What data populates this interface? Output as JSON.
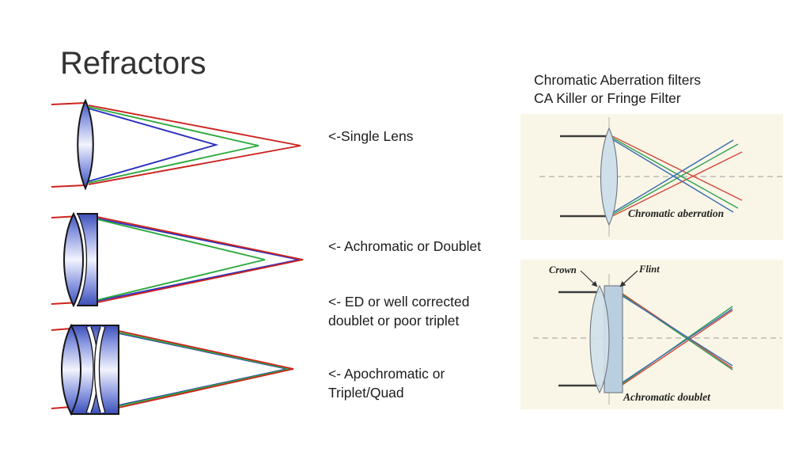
{
  "slide": {
    "title": "Refractors"
  },
  "lens_labels": {
    "single": "<-Single Lens",
    "achromatic": "<- Achromatic or Doublet",
    "ed_line1": "<- ED or well corrected",
    "ed_line2": "doublet or poor triplet",
    "apo_line1": "<- Apochromatic or",
    "apo_line2": "Triplet/Quad"
  },
  "right_panel": {
    "heading_line1": "Chromatic Aberration filters",
    "heading_line2": "CA Killer or Fringe Filter",
    "figure1": {
      "caption": "Chromatic aberration"
    },
    "figure2": {
      "crown_label": "Crown",
      "flint_label": "Flint",
      "caption": "Achromatic doublet"
    }
  },
  "colors": {
    "ray_red": "#cc2420",
    "ray_green": "#2eaa3e",
    "ray_blue": "#2b2fbf",
    "lens_edge": "#151515",
    "figure_bg": "#faf6e7",
    "fig_ray_red": "#d4483e",
    "fig_ray_green": "#2f9e55",
    "fig_ray_blue": "#3a6db0",
    "fig_lens_fill": "#cfe0ea",
    "fig_flint_fill": "#b9cfdf",
    "axis_gray": "#999999",
    "beam_black": "#3d3d3d",
    "text_dark": "#1c1c1c"
  }
}
